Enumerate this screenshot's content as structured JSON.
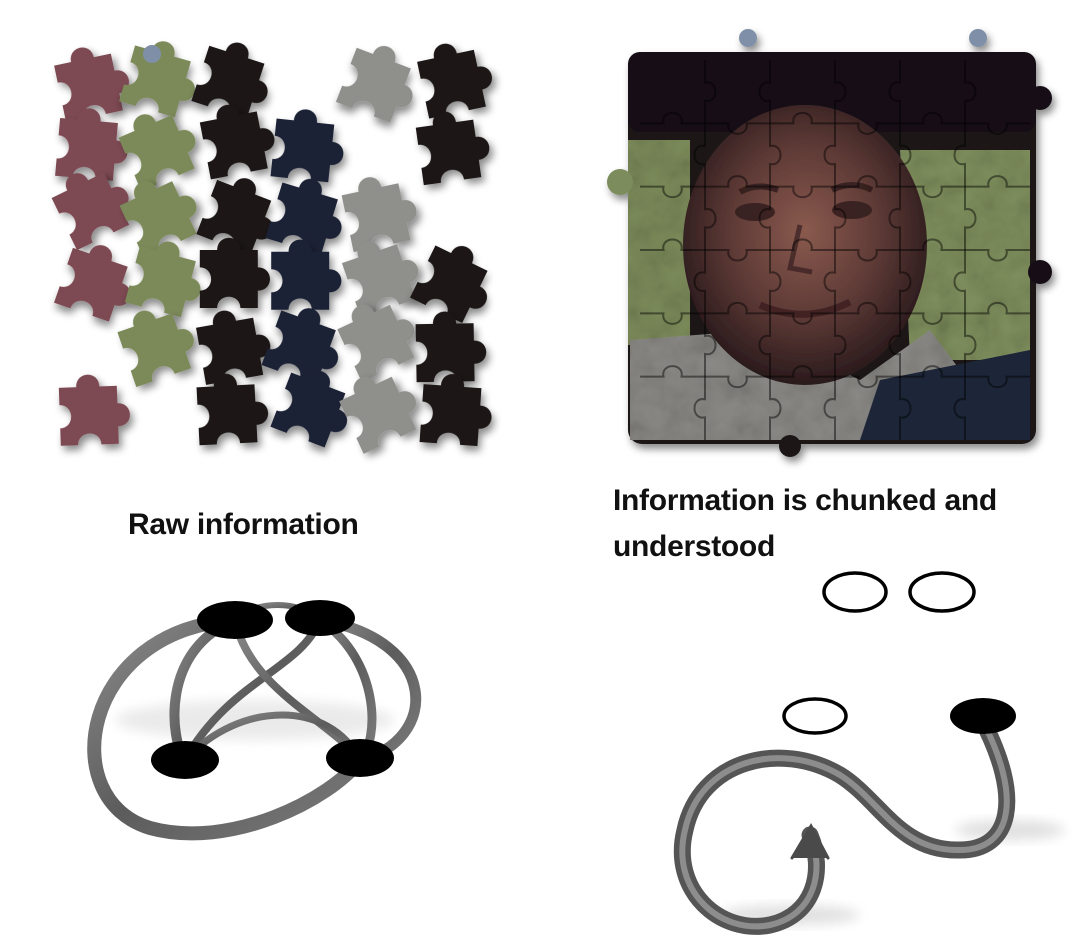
{
  "captions": {
    "raw": "Raw information",
    "chunked": "Information is chunked and understood"
  },
  "colors": {
    "piece_red": "#7d4a52",
    "piece_green": "#7c8a5a",
    "piece_dark": "#1b1618",
    "piece_navy": "#1d2336",
    "piece_gray": "#8f8f8c",
    "ribbon": "#6e6e6e",
    "ribbon_dark": "#4a4a4a",
    "node_fill": "#000000"
  },
  "puzzles": {
    "left": {
      "state": "scattered",
      "rows": 6,
      "cols": 6
    },
    "right": {
      "state": "assembled",
      "rows": 6,
      "cols": 6,
      "image": "face"
    }
  },
  "networks": {
    "left": {
      "filled_nodes": 4,
      "open_nodes": 0
    },
    "right": {
      "filled_nodes": 1,
      "open_nodes": 3
    }
  }
}
